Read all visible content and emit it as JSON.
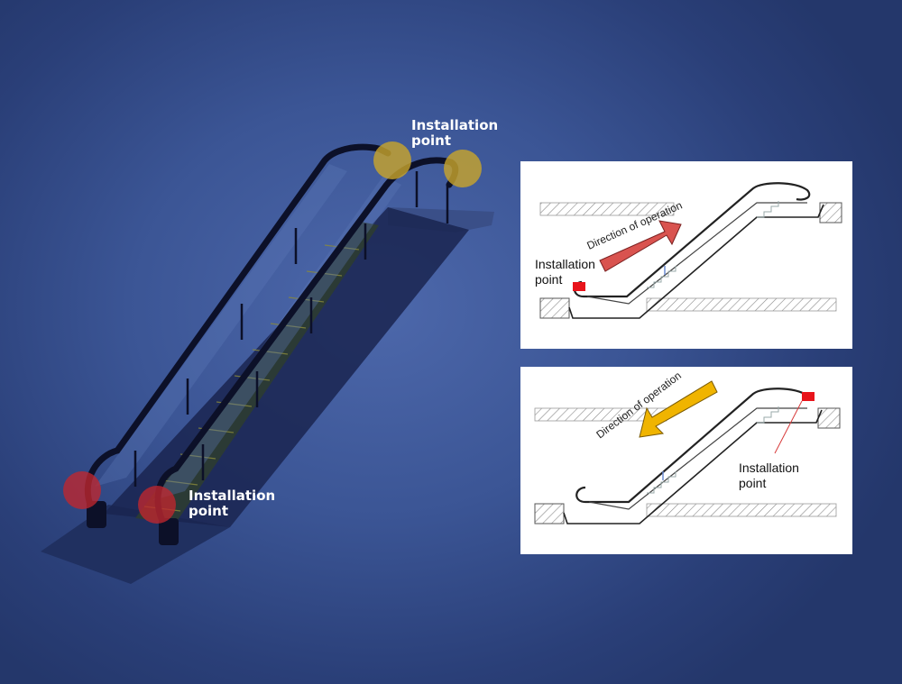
{
  "labels": {
    "top_installation": [
      "Installation",
      "point"
    ],
    "bottom_installation": [
      "Installation",
      "point"
    ]
  },
  "diagram_up": {
    "direction_text": "Direction of operation",
    "installation": [
      "Installation",
      "point"
    ],
    "arrow_color": "#d9534f"
  },
  "diagram_down": {
    "direction_text": "Direction of operation",
    "installation": [
      "Installation",
      "point"
    ],
    "arrow_color": "#f0b400"
  },
  "colors": {
    "background": "#3b5595",
    "top_marker": "#c9a52a",
    "bottom_marker": "#c0262e",
    "sensor": "#e8141b"
  }
}
